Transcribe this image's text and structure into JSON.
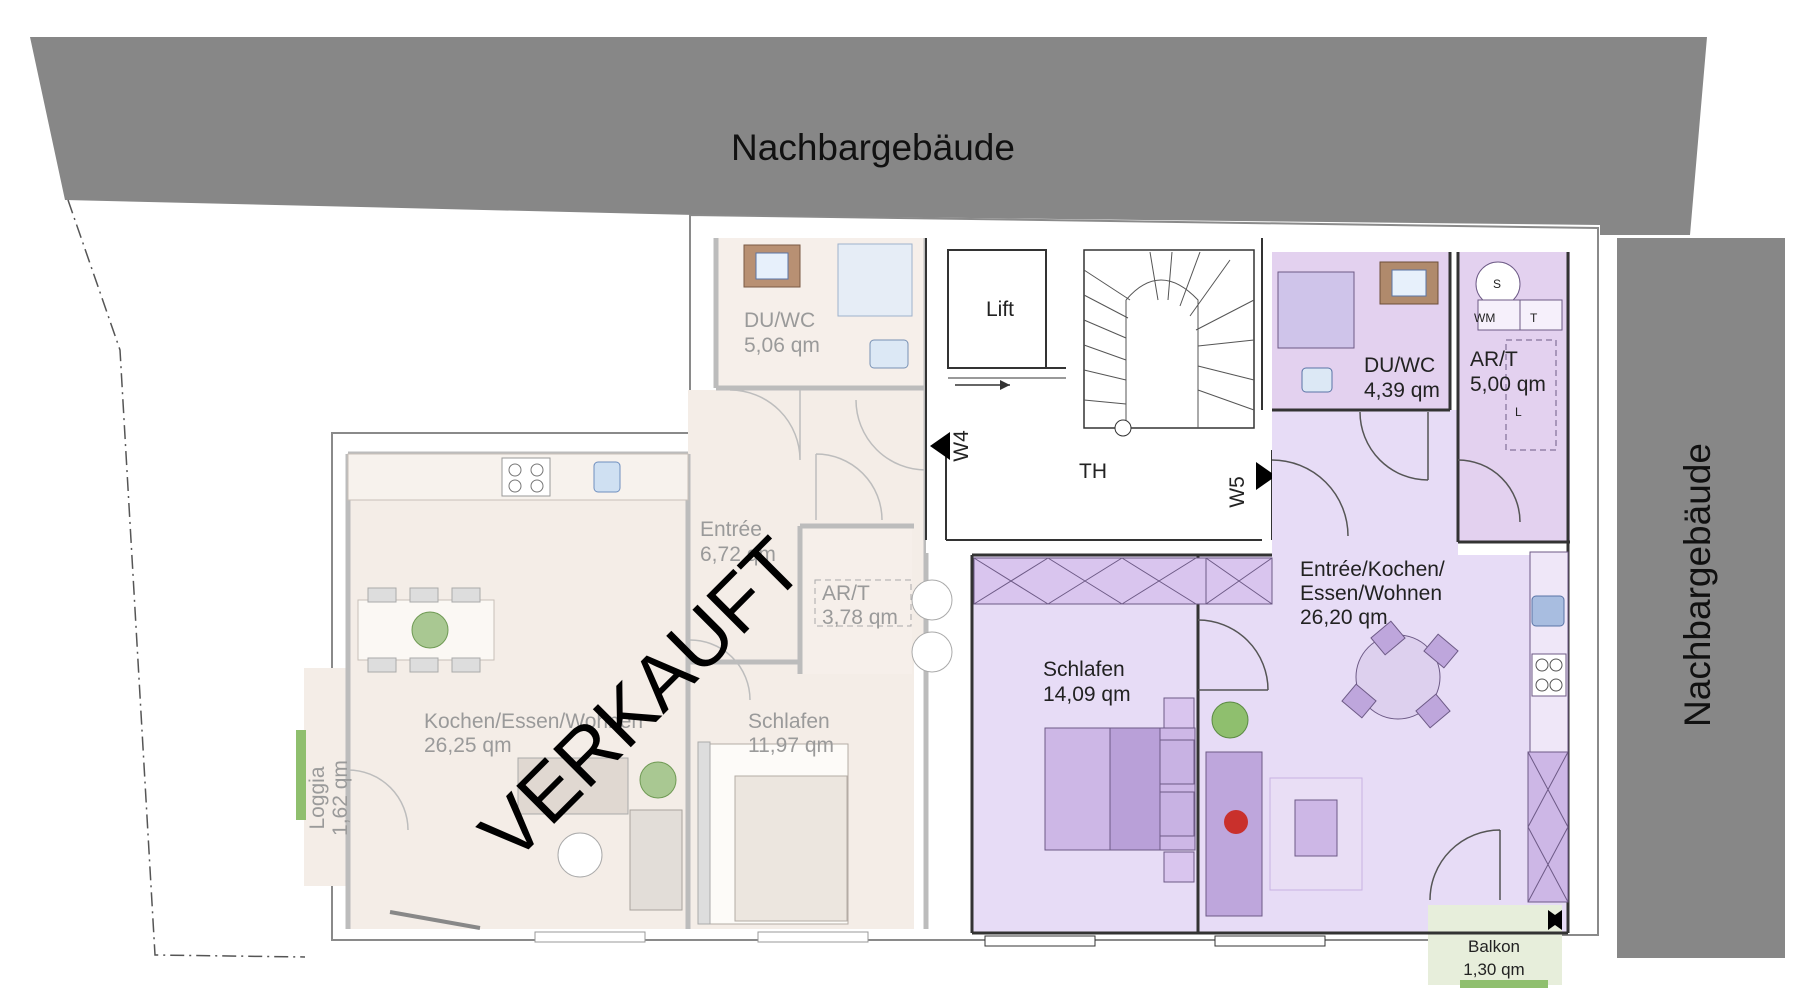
{
  "neighbor_top": "Nachbargebäude",
  "neighbor_right": "Nachbargebäude",
  "sold_stamp": "VERKAUFT",
  "colors": {
    "neighbor": "#878787",
    "wall": "#ffffff",
    "sold_fill": "#f4ede7",
    "sold_bath": "#f6efea",
    "available_fill": "#e7dcf6",
    "available_bath": "#e3d1ef",
    "balcony_fill": "#e7eedb",
    "stair_fill": "#ffffff"
  },
  "core": {
    "lift": "Lift",
    "stairwell": "TH",
    "w4": "W4",
    "w5": "W5"
  },
  "sold_unit": {
    "bath": {
      "name": "DU/WC",
      "area": "5,06 qm"
    },
    "entree": {
      "name": "Entrée",
      "area": "6,72 qm"
    },
    "storage": {
      "name": "AR/T",
      "area": "3,78 qm"
    },
    "living": {
      "name": "Kochen/Essen/Wohnen",
      "area": "26,25 qm"
    },
    "bedroom": {
      "name": "Schlafen",
      "area": "11,97 qm"
    },
    "loggia": {
      "name": "Loggia",
      "area": "1,62 qm"
    }
  },
  "available_unit": {
    "bath": {
      "name": "DU/WC",
      "area": "4,39 qm"
    },
    "storage": {
      "name": "AR/T",
      "area": "5,00 qm"
    },
    "living": {
      "name1": "Entrée/Kochen/",
      "name2": "Essen/Wohnen",
      "area": "26,20 qm"
    },
    "bedroom": {
      "name": "Schlafen",
      "area": "14,09 qm"
    },
    "balcony": {
      "name": "Balkon",
      "area": "1,30 qm"
    }
  },
  "fixture_marks": {
    "shower_symbol": "S",
    "washer": "WM",
    "dryer": "T",
    "label_l": "L"
  }
}
